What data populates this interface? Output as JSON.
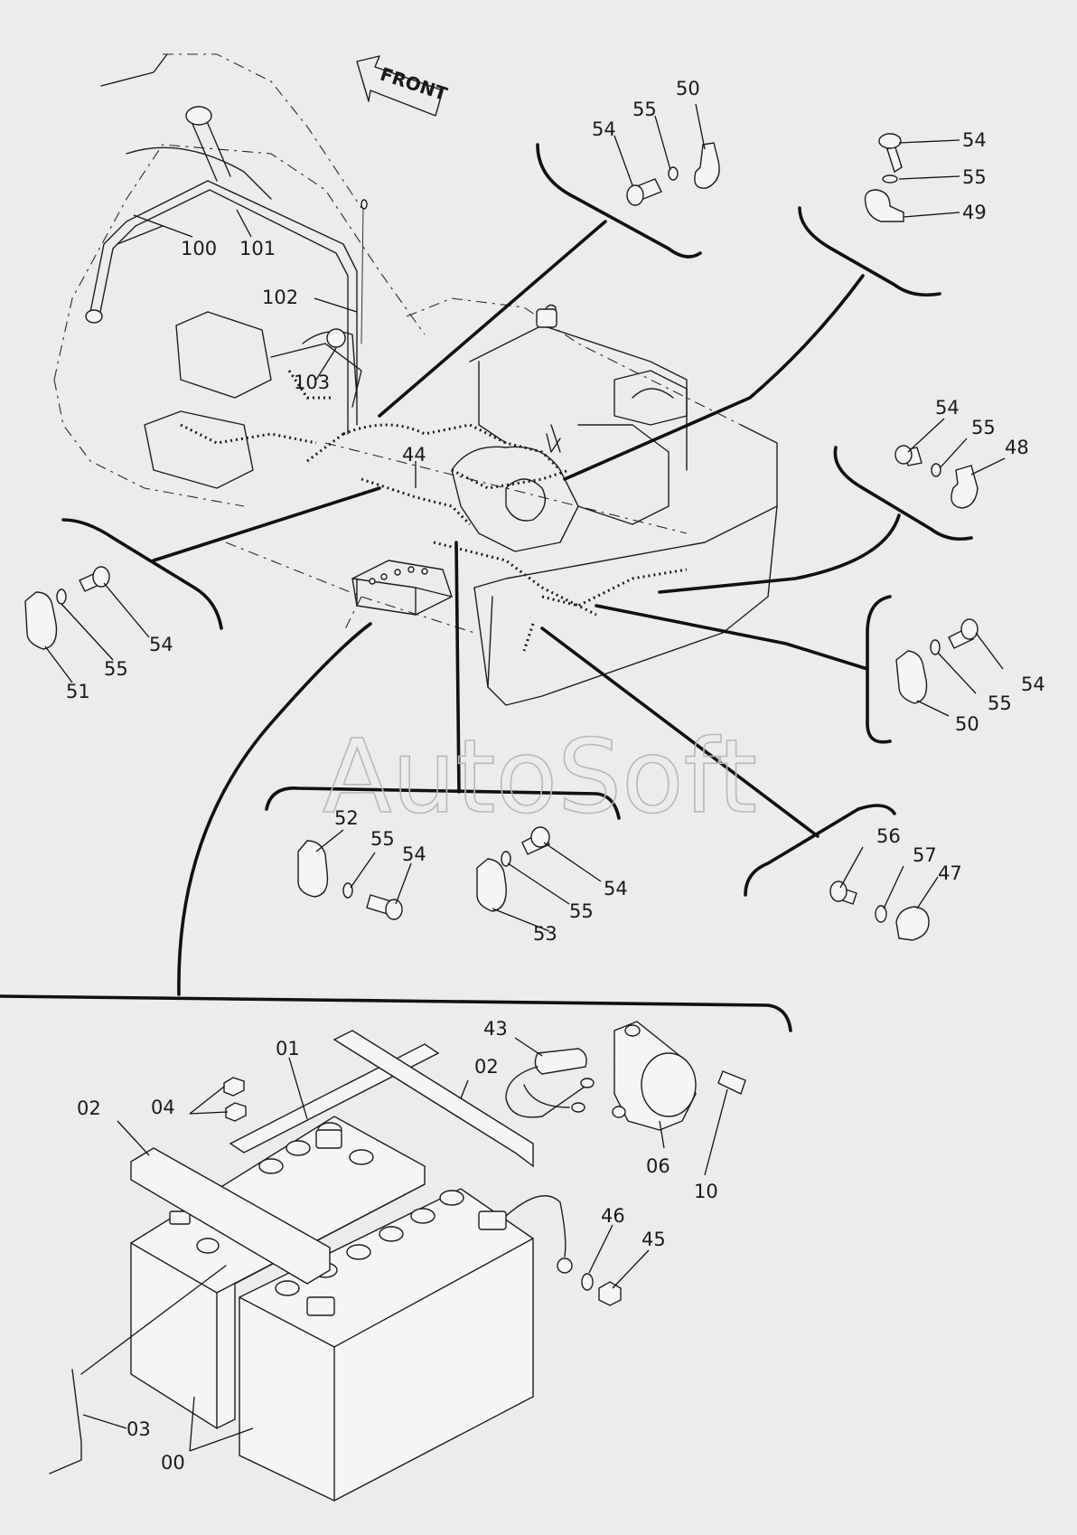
{
  "watermark": "AutoSoft",
  "front_arrow_label": "FRONT",
  "part_labels": {
    "l100": "100",
    "l101": "101",
    "l102": "102",
    "l103": "103",
    "l44": "44",
    "tl_54": "54",
    "tl_55": "55",
    "tl_50": "50",
    "tr_54": "54",
    "tr_55": "55",
    "tr_49": "49",
    "mr_54": "54",
    "mr_55": "55",
    "mr_48": "48",
    "ml_54": "54",
    "ml_55": "55",
    "ml_51": "51",
    "r_54": "54",
    "r_55": "55",
    "r_50": "50",
    "bc_52": "52",
    "bc_55a": "55",
    "bc_54a": "54",
    "bc_54b": "54",
    "bc_55b": "55",
    "bc_53": "53",
    "br_56": "56",
    "br_57": "57",
    "br_47": "47",
    "b_01": "01",
    "b_43": "43",
    "b_02a": "02",
    "b_04": "04",
    "b_02b": "02",
    "b_06": "06",
    "b_10": "10",
    "b_46": "46",
    "b_45": "45",
    "b_03": "03",
    "b_00": "00"
  }
}
